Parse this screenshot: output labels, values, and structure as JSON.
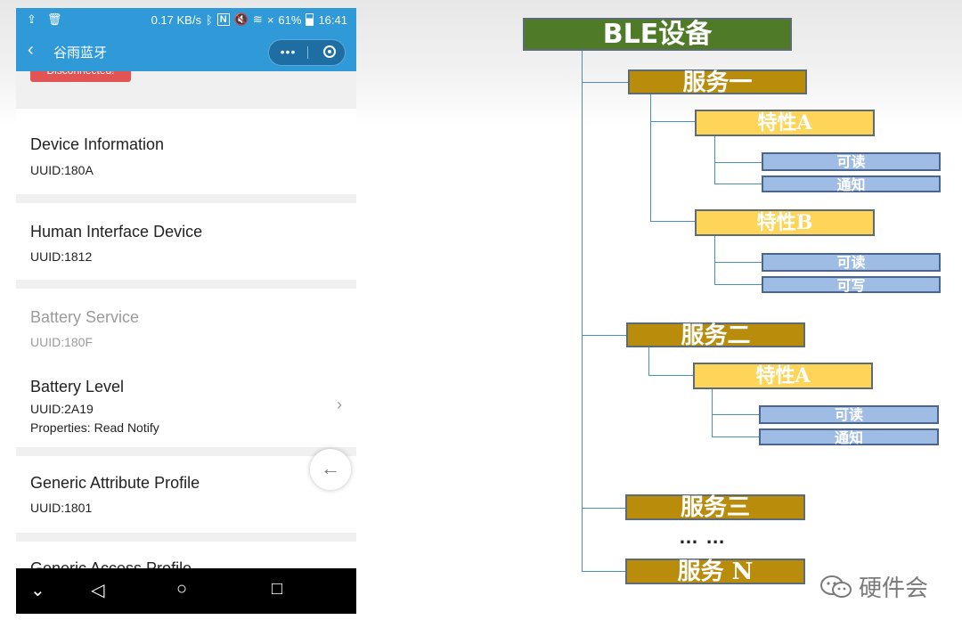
{
  "phone": {
    "status": {
      "speed": "0.17 KB/s",
      "battery": "61%",
      "time": "16:41"
    },
    "title": "谷雨蓝牙",
    "capsule_more": "•••",
    "disconnected_label": "Disconnected!",
    "services": [
      {
        "name": "Device Information",
        "uuid": "UUID:180A"
      },
      {
        "name": "Human Interface Device",
        "uuid": "UUID:1812"
      },
      {
        "name": "Battery Service",
        "uuid": "UUID:180F"
      },
      {
        "name": "Battery Level",
        "uuid": "UUID:2A19",
        "properties": "Properties: Read Notify"
      },
      {
        "name": "Generic Attribute Profile",
        "uuid": "UUID:1801"
      },
      {
        "name": "Generic Access Profile"
      }
    ]
  },
  "diagram": {
    "root": "BLE设备",
    "service1": {
      "label": "服务一",
      "charA": {
        "label": "特性A",
        "props": [
          "可读",
          "通知"
        ]
      },
      "charB": {
        "label": "特性B",
        "props": [
          "可读",
          "可写"
        ]
      }
    },
    "service2": {
      "label": "服务二",
      "charA": {
        "label": "特性A",
        "props": [
          "可读",
          "通知"
        ]
      }
    },
    "service3": {
      "label": "服务三"
    },
    "ellipsis": "… …",
    "serviceN": {
      "label": "服务 N"
    }
  },
  "watermark": "硬件会",
  "colors": {
    "phone_header": "#2f9ad7",
    "root_box": "#4f7a28",
    "service_box": "#b98c0c",
    "characteristic_box": "#ffd559",
    "property_box": "#9ebce4"
  }
}
